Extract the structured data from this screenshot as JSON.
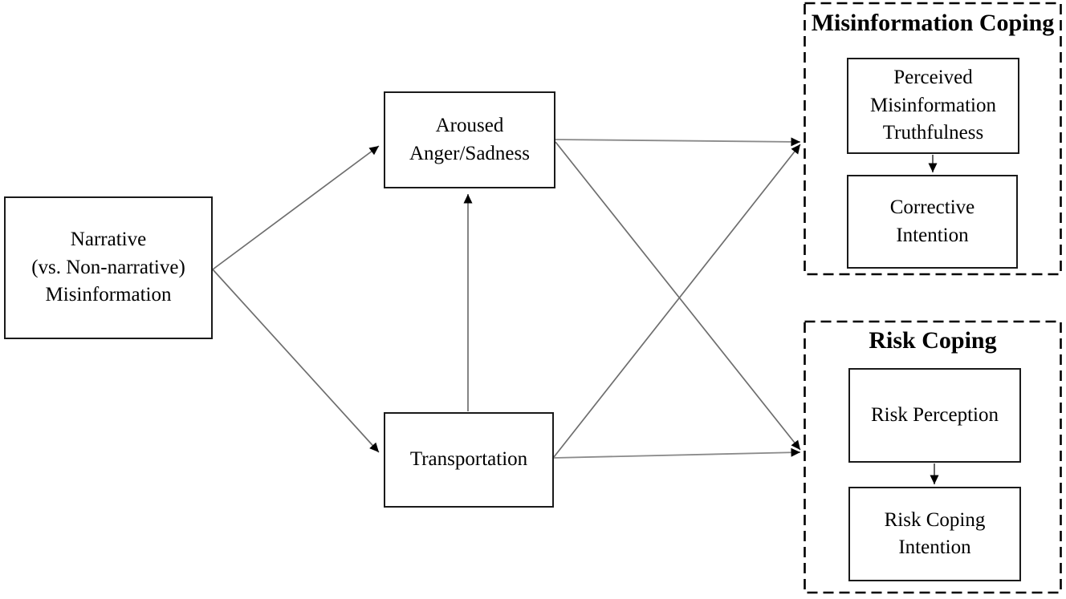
{
  "diagram": {
    "nodes": {
      "narrative": {
        "label": "Narrative\n(vs. Non-narrative)\nMisinformation"
      },
      "aroused_anger_sadness": {
        "label": "Aroused\nAnger/Sadness"
      },
      "transportation": {
        "label": "Transportation"
      },
      "perceived_misinformation_truthfulness": {
        "label": "Perceived\nMisinformation\nTruthfulness"
      },
      "corrective_intention": {
        "label": "Corrective\nIntention"
      },
      "risk_perception": {
        "label": "Risk Perception"
      },
      "risk_coping_intention": {
        "label": "Risk Coping\nIntention"
      }
    },
    "groups": {
      "misinformation_coping": {
        "title": "Misinformation Coping"
      },
      "risk_coping": {
        "title": "Risk Coping"
      }
    },
    "edges": [
      {
        "from": "narrative",
        "to": "aroused_anger_sadness"
      },
      {
        "from": "narrative",
        "to": "transportation"
      },
      {
        "from": "transportation",
        "to": "aroused_anger_sadness"
      },
      {
        "from": "aroused_anger_sadness",
        "to": "misinformation_coping"
      },
      {
        "from": "aroused_anger_sadness",
        "to": "risk_coping"
      },
      {
        "from": "transportation",
        "to": "misinformation_coping"
      },
      {
        "from": "transportation",
        "to": "risk_coping"
      },
      {
        "from": "perceived_misinformation_truthfulness",
        "to": "corrective_intention"
      },
      {
        "from": "risk_perception",
        "to": "risk_coping_intention"
      }
    ],
    "colors": {
      "background": "#ffffff",
      "box_border": "#1a1a1a",
      "dashed_border": "#000000",
      "connector_line": "#777777",
      "arrowhead": "#000000",
      "text": "#000000"
    }
  }
}
